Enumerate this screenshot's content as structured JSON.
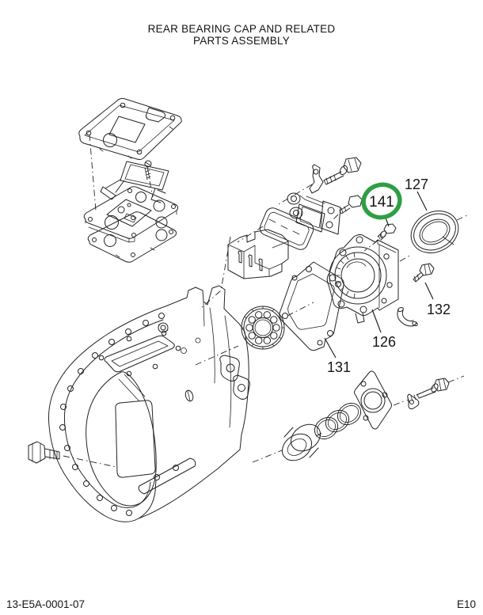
{
  "header": {
    "title_line1": "REAR BEARING CAP AND RELATED",
    "title_line2": "PARTS ASSEMBLY"
  },
  "footer": {
    "doc_number": "13-E5A-0001-07",
    "page_code": "E10"
  },
  "callouts": {
    "c141": {
      "label": "141",
      "highlighted": true
    },
    "c127": {
      "label": "127",
      "highlighted": false
    },
    "c132": {
      "label": "132",
      "highlighted": false
    },
    "c126": {
      "label": "126",
      "highlighted": false
    },
    "c131": {
      "label": "131",
      "highlighted": false
    }
  },
  "colors": {
    "ink": "#232323",
    "label_text": "#161616",
    "highlight_green": "#2f9e44",
    "background": "#ffffff"
  }
}
